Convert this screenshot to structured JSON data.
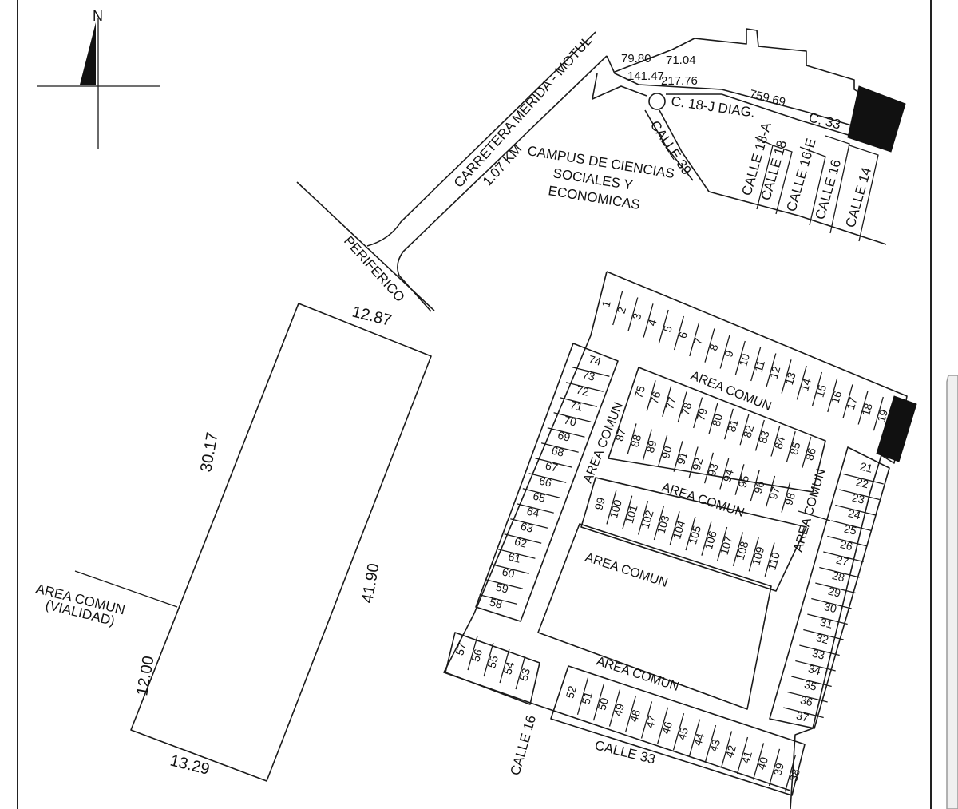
{
  "north": {
    "letter": "N"
  },
  "roads": {
    "carretera": "CARRETERA MERIDA - MOTUL",
    "periferico": "PERIFERICO",
    "distance": "1.07 KM",
    "calle_39": "CALLE 39",
    "calle_18j": "C. 18-J DIAG.",
    "calle_33_short": "C. 33",
    "calle_18a": "CALLE 18-A",
    "calle_18": "CALLE 18",
    "calle_16e": "CALLE 16-E",
    "calle_16_top": "CALLE 16",
    "calle_14": "CALLE 14",
    "calle_16_bottom": "CALLE 16",
    "calle_33_bottom": "CALLE 33"
  },
  "campus": {
    "line1": "CAMPUS DE CIENCIAS",
    "line2": "SOCIALES Y",
    "line3": "ECONOMICAS"
  },
  "road_distances": {
    "d1": "79.80",
    "d2": "71.04",
    "d3": "141.47",
    "d4": "217.76",
    "d5": "759.69"
  },
  "parcel": {
    "top": "12.87",
    "left": "30.17",
    "right": "41.90",
    "left_short": "12.00",
    "bottom": "13.29",
    "area_line1": "AREA COMUN",
    "area_line2": "(VIALIDAD)"
  },
  "areas": {
    "top": "AREA COMUN",
    "left": "AREA COMUN",
    "middle": "AREA COMUN",
    "right": "AREA COMUN",
    "center": "AREA COMUN",
    "bottom": "AREA COMUN"
  },
  "lots": {
    "top_row": [
      "1",
      "2",
      "3",
      "4",
      "5",
      "6",
      "7",
      "8",
      "9",
      "10",
      "11",
      "12",
      "13",
      "14",
      "15",
      "16",
      "17",
      "18",
      "19"
    ],
    "right_col": [
      "21",
      "22",
      "23",
      "24",
      "25",
      "26",
      "27",
      "28",
      "29",
      "30",
      "31",
      "32",
      "33",
      "34",
      "35",
      "36",
      "37"
    ],
    "bottom_row": [
      "38",
      "39",
      "40",
      "41",
      "42",
      "43",
      "44",
      "45",
      "46",
      "47",
      "48",
      "49",
      "50",
      "51",
      "52"
    ],
    "bottom_left": [
      "53",
      "54",
      "55",
      "56",
      "57"
    ],
    "left_col": [
      "58",
      "59",
      "60",
      "61",
      "62",
      "63",
      "64",
      "65",
      "66",
      "67",
      "68",
      "69",
      "70",
      "71",
      "72",
      "73",
      "74"
    ],
    "block1_top": [
      "75",
      "76",
      "77",
      "78",
      "79",
      "80",
      "81",
      "82",
      "83",
      "84",
      "85",
      "86"
    ],
    "block1_bottom": [
      "87",
      "88",
      "89",
      "90",
      "91",
      "92",
      "93",
      "94",
      "95",
      "96",
      "97",
      "98"
    ],
    "block2": [
      "99",
      "100",
      "101",
      "102",
      "103",
      "104",
      "105",
      "106",
      "107",
      "108",
      "109",
      "110"
    ]
  }
}
